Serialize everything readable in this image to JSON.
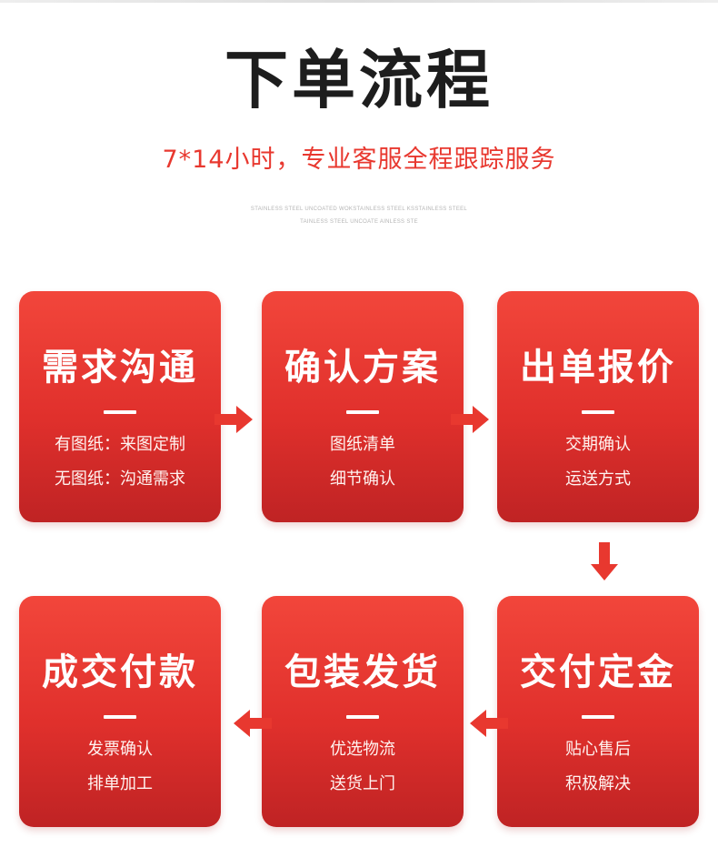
{
  "page": {
    "title": "下单流程",
    "subtitle": "7*14小时，专业客服全程跟踪服务",
    "decoration_text_1": "STAINLESS STEEL UNCOATED WOKSTAINLESS STEEL KSSTAINLESS STEEL",
    "decoration_text_2": "TAINLESS STEEL UNCOATE AINLESS STE"
  },
  "colors": {
    "card_red": "#e0302c",
    "card_red_light": "#f2463b",
    "card_red_dark": "#bf2324",
    "arrow_red": "#e8382f",
    "subtitle_red": "#e8382f",
    "title_black": "#1d1d1d"
  },
  "steps": [
    {
      "title": "需求沟通",
      "line1": "有图纸：来图定制",
      "line2": "无图纸：沟通需求"
    },
    {
      "title": "确认方案",
      "line1": "图纸清单",
      "line2": "细节确认"
    },
    {
      "title": "出单报价",
      "line1": "交期确认",
      "line2": "运送方式"
    },
    {
      "title": "交付定金",
      "line1": "贴心售后",
      "line2": "积极解决"
    },
    {
      "title": "包装发货",
      "line1": "优选物流",
      "line2": "送货上门"
    },
    {
      "title": "成交付款",
      "line1": "发票确认",
      "line2": "排单加工"
    }
  ],
  "arrows": [
    {
      "icon": "arrow-right-icon"
    },
    {
      "icon": "arrow-right-icon"
    },
    {
      "icon": "arrow-down-icon"
    },
    {
      "icon": "arrow-left-icon"
    },
    {
      "icon": "arrow-left-icon"
    }
  ]
}
